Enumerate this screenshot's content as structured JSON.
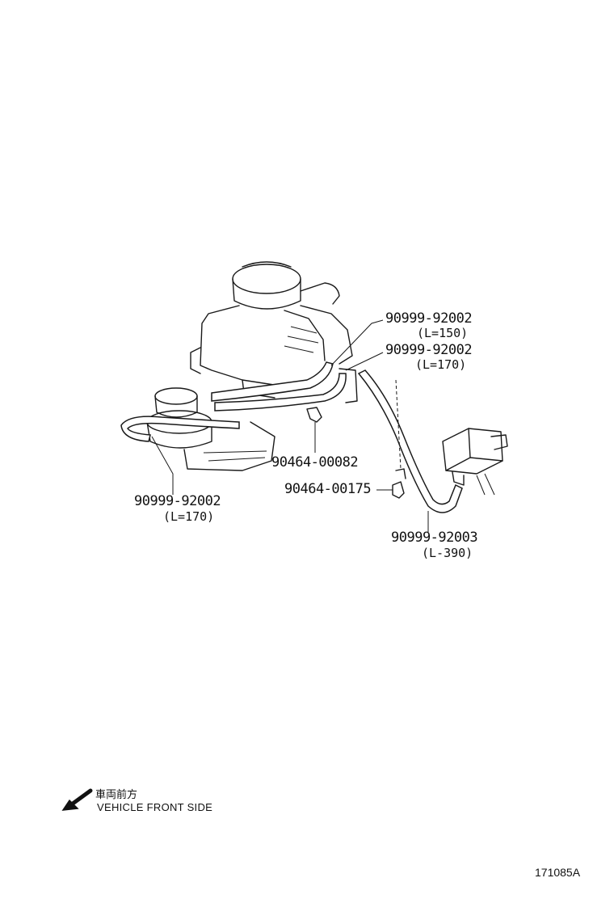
{
  "callouts": [
    {
      "part_no": "90999-92002",
      "length": "(L=150)"
    },
    {
      "part_no": "90999-92002",
      "length": "(L=170)"
    },
    {
      "part_no": "90464-00082",
      "length": ""
    },
    {
      "part_no": "90464-00175",
      "length": ""
    },
    {
      "part_no": "90999-92002",
      "length": "(L=170)"
    },
    {
      "part_no": "90999-92003",
      "length": "(L-390)"
    }
  ],
  "legend": {
    "label_jp": "車両前方",
    "label_en": "VEHICLE FRONT SIDE",
    "icon": "arrow-down-left-icon"
  },
  "diagram_id": "171085A"
}
